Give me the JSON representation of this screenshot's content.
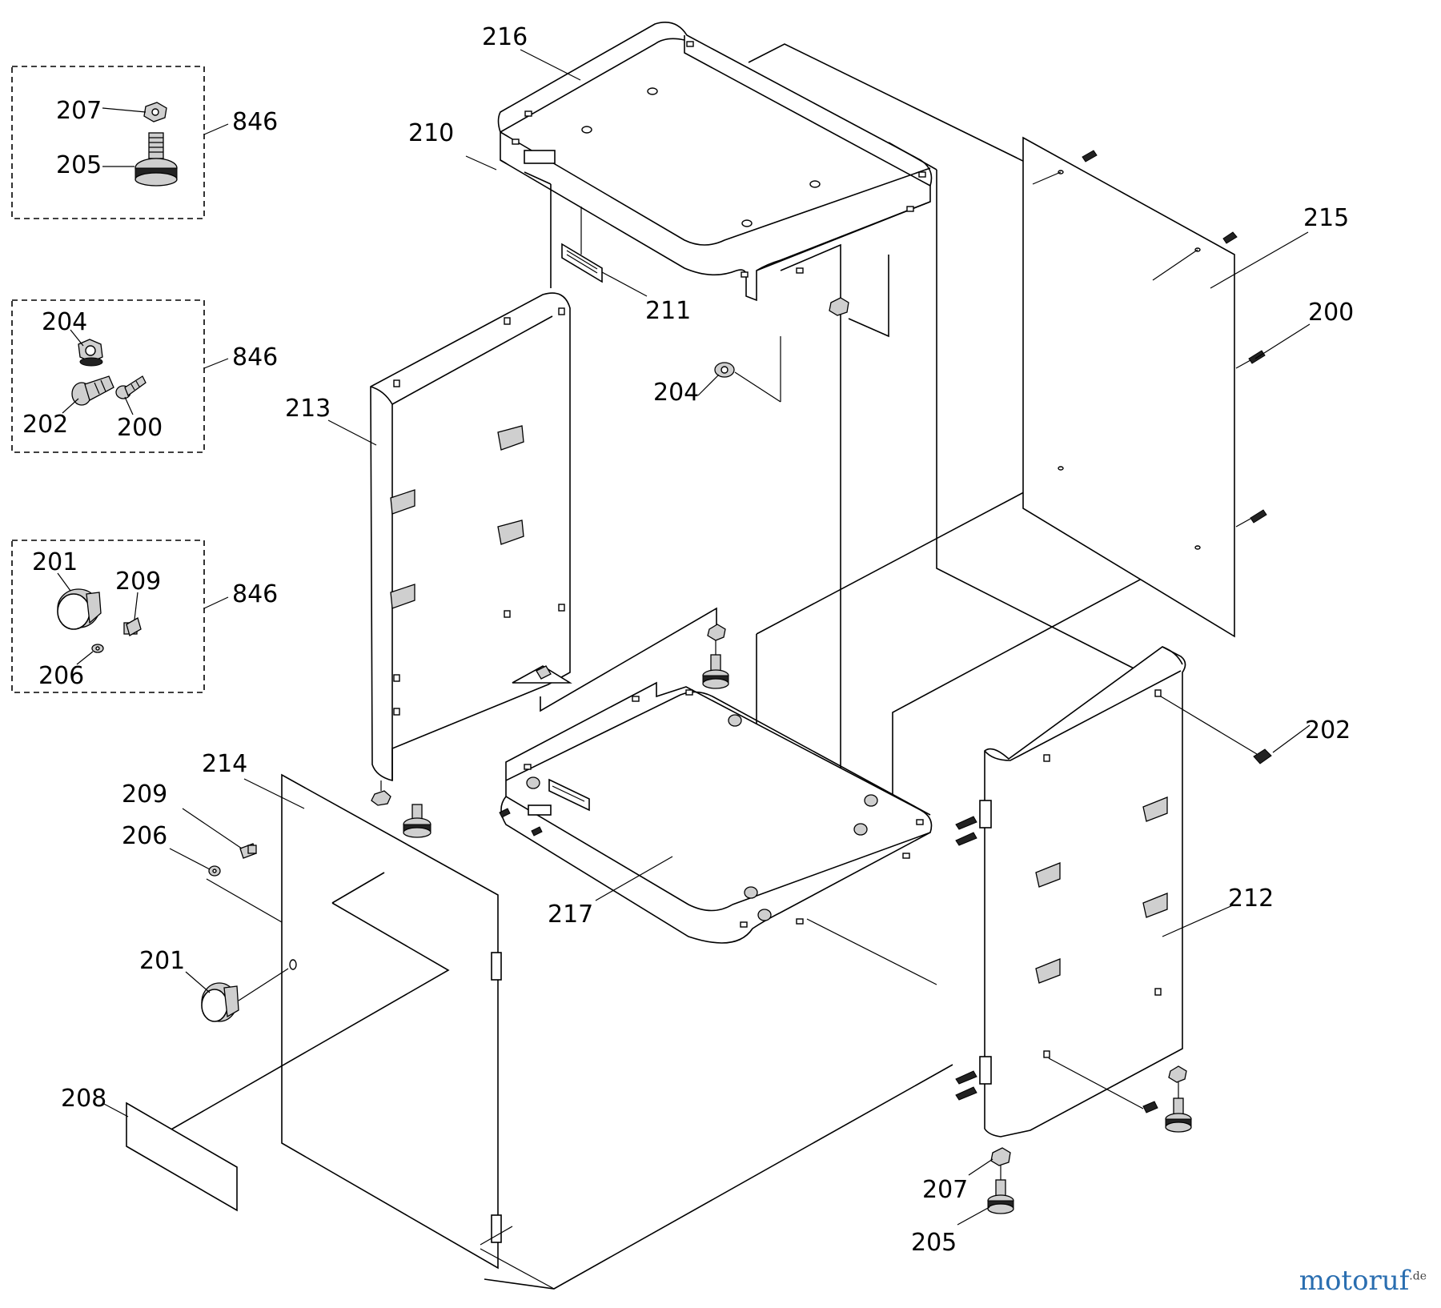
{
  "callouts": {
    "k846_top": "846",
    "k846_mid": "846",
    "k846_bot": "846",
    "kit1_207": "207",
    "kit1_205": "205",
    "kit2_204": "204",
    "kit2_202": "202",
    "kit2_200": "200",
    "kit3_201": "201",
    "kit3_209": "209",
    "kit3_206": "206",
    "p216": "216",
    "p210": "210",
    "p211": "211",
    "p204": "204",
    "p215": "215",
    "p200": "200",
    "p213": "213",
    "p202": "202",
    "p214": "214",
    "p209": "209",
    "p206": "206",
    "p201": "201",
    "p217": "217",
    "p212": "212",
    "p208": "208",
    "p207": "207",
    "p205": "205"
  },
  "watermark": {
    "brand": "motoruf",
    "suffix": ".de"
  }
}
